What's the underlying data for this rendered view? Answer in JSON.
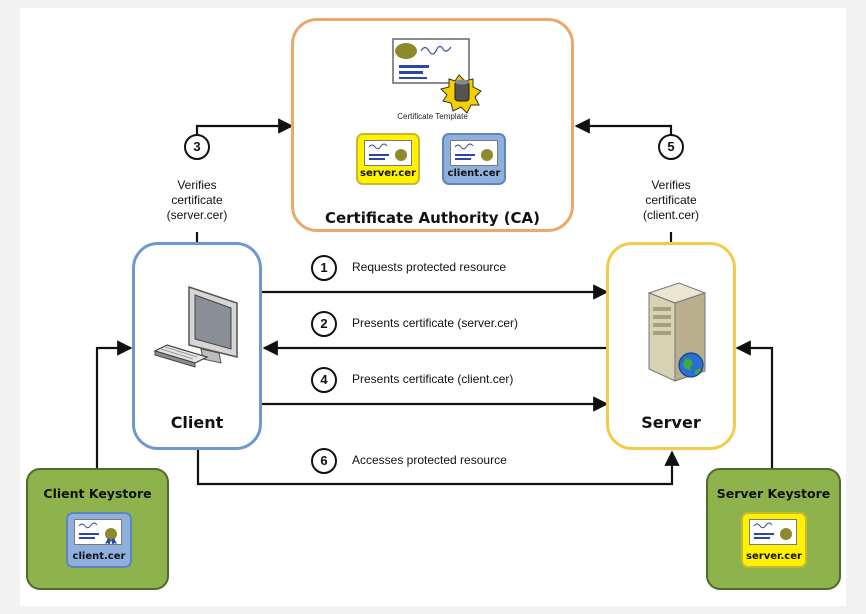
{
  "ca": {
    "title": "Certificate Authority (CA)",
    "template_caption": "Certificate Template",
    "cert_server": "server.cer",
    "cert_client": "client.cer"
  },
  "client": {
    "title": "Client"
  },
  "server": {
    "title": "Server"
  },
  "client_keystore": {
    "title": "Client Keystore",
    "cert": "client.cer"
  },
  "server_keystore": {
    "title": "Server Keystore",
    "cert": "server.cer"
  },
  "steps": [
    {
      "num": "1",
      "label": "Requests protected resource"
    },
    {
      "num": "2",
      "label": "Presents certificate (server.cer)"
    },
    {
      "num": "3",
      "label_lines": [
        "Verifies",
        "certificate",
        "(server.cer)"
      ]
    },
    {
      "num": "4",
      "label": "Presents certificate (client.cer)"
    },
    {
      "num": "5",
      "label_lines": [
        "Verifies",
        "certificate",
        "(client.cer)"
      ]
    },
    {
      "num": "6",
      "label": "Accesses protected resource"
    }
  ],
  "colors": {
    "ca_border": "#eba86a",
    "client_border": "#6f98cf",
    "server_border": "#f1cc48",
    "keystore_fill": "#8fb34c",
    "cert_yellow": "#fff200",
    "cert_blue": "#8fb0dc"
  }
}
